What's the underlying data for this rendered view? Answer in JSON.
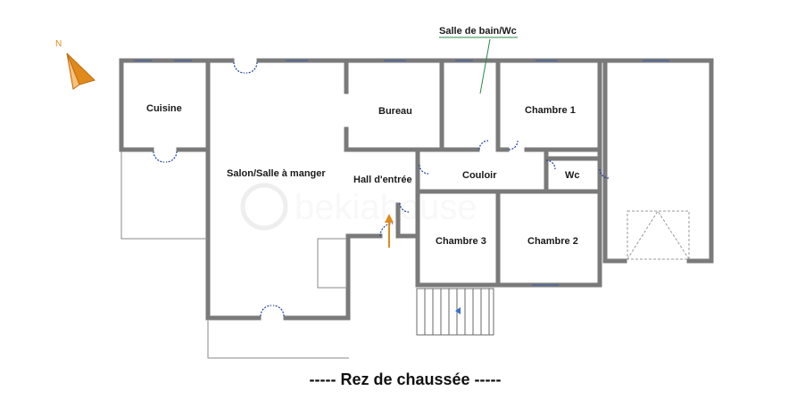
{
  "plan": {
    "title": "-----  Rez de chaussée  -----",
    "compass": {
      "label": "N",
      "color": "#e08a1c"
    },
    "watermark": "bekiahouse",
    "colors": {
      "wall": "#7a7a7a",
      "wall_fill": "#f2f2f2",
      "door": "#1a3f9e",
      "arrow": "#e08a1c",
      "annotation": "#2a8a4a"
    },
    "rooms": {
      "cuisine": "Cuisine",
      "salon": "Salon/Salle à manger",
      "bureau": "Bureau",
      "salle_de_bain": "Salle de bain/Wc",
      "chambre1": "Chambre 1",
      "hall": "Hall d'entrée",
      "couloir": "Couloir",
      "wc": "Wc",
      "chambre3": "Chambre 3",
      "chambre2": "Chambre 2"
    }
  }
}
